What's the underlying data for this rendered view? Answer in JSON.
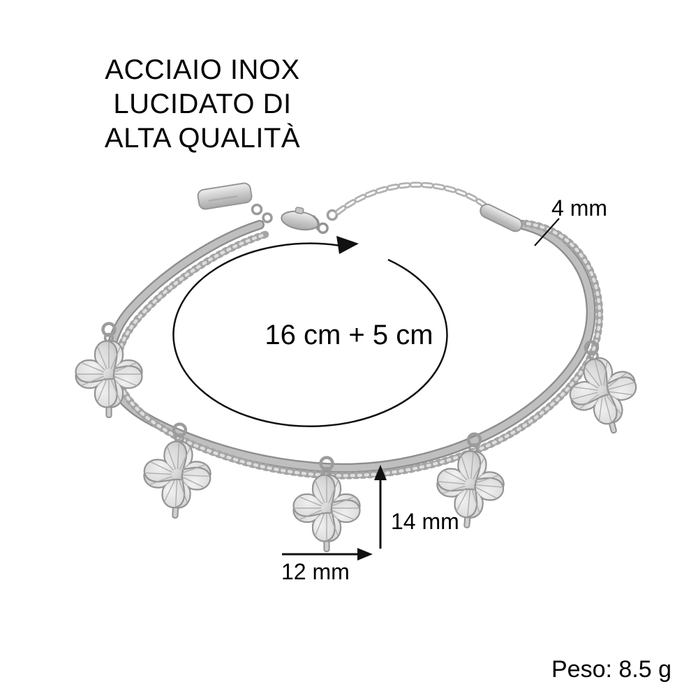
{
  "product": {
    "title_lines": [
      "ACCIAIO INOX",
      "LUCIDATO DI",
      "ALTA QUALITÀ"
    ],
    "weight_label": "Peso: 8.5 g"
  },
  "dimensions": {
    "total_length": "16 cm + 5 cm",
    "chain_width": "4 mm",
    "charm_height": "14 mm",
    "charm_width": "12 mm"
  },
  "illustration": {
    "subject": "polished stainless steel double-chain bracelet with five four-leaf clover charms",
    "charm_count": 5,
    "colors": {
      "background": "#ffffff",
      "metal_light": "#e9e9e9",
      "metal_mid": "#c9c9c9",
      "metal_dark": "#8e8e8e",
      "annotation": "#111111"
    }
  }
}
